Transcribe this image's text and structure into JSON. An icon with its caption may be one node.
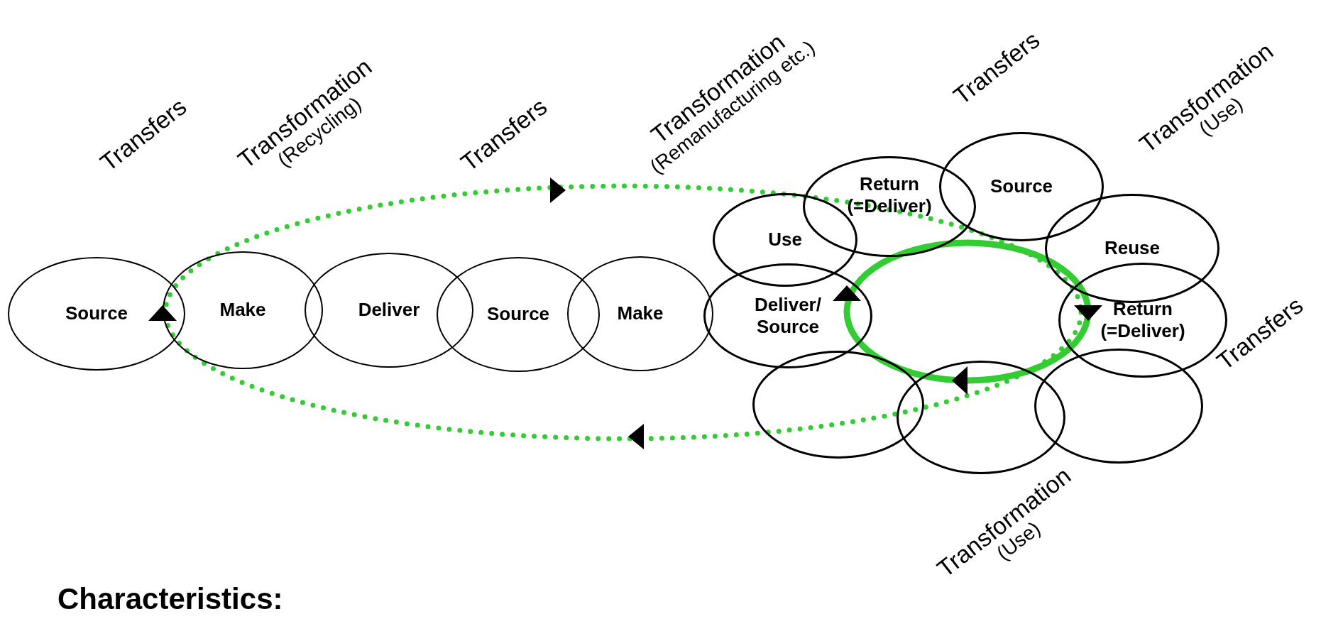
{
  "diagram": {
    "nodes": [
      {
        "text": [
          "Source"
        ]
      },
      {
        "text": [
          "Make"
        ]
      },
      {
        "text": [
          "Deliver"
        ]
      },
      {
        "text": [
          "Source"
        ]
      },
      {
        "text": [
          "Make"
        ]
      },
      {
        "text": [
          "Use"
        ]
      },
      {
        "text": [
          "Deliver/ Source"
        ]
      },
      {
        "text": [
          "Return (=Deliver)"
        ]
      },
      {
        "text": [
          "Source"
        ]
      },
      {
        "text": [
          "Reuse"
        ]
      },
      {
        "text": [
          "Return (=Deliver)"
        ]
      },
      {
        "text": [],
        "shape": "ellipse"
      },
      {
        "text": [],
        "shape": "ellipse"
      },
      {
        "text": [],
        "shape": "ellipse"
      }
    ],
    "edges": [],
    "labels": [
      "Transfers",
      "Transformation",
      "(Recycling)",
      "Transfers",
      "Transformation",
      "(Remanufacturing etc.)",
      "Transfers",
      "Transformation",
      "(Use)",
      "Transfers",
      "Transformation",
      "(Use)",
      "Characteristics:"
    ]
  }
}
